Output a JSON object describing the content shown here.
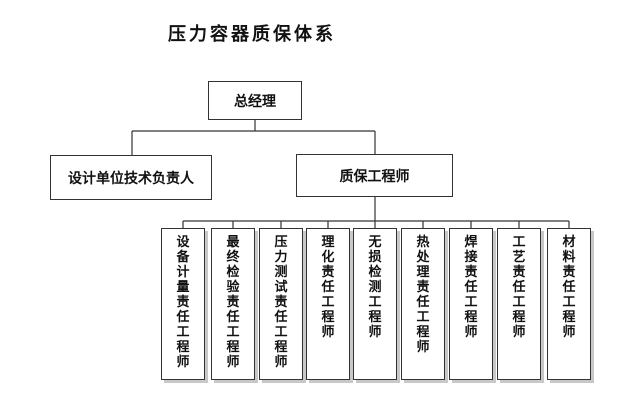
{
  "title": "压力容器质保体系",
  "general_manager": "总经理",
  "technical_lead": "设计单位技术负责人",
  "qa_engineer": "质保工程师",
  "responsible_engineers": [
    "设备计量责任工程师",
    "最终检验责任工程师",
    "压力测试责任工程师",
    "理化责任工程师",
    "无损检测工程师",
    "热处理责任工程师",
    "焊接责任工程师",
    "工艺责任工程师",
    "材料责任工程师"
  ]
}
